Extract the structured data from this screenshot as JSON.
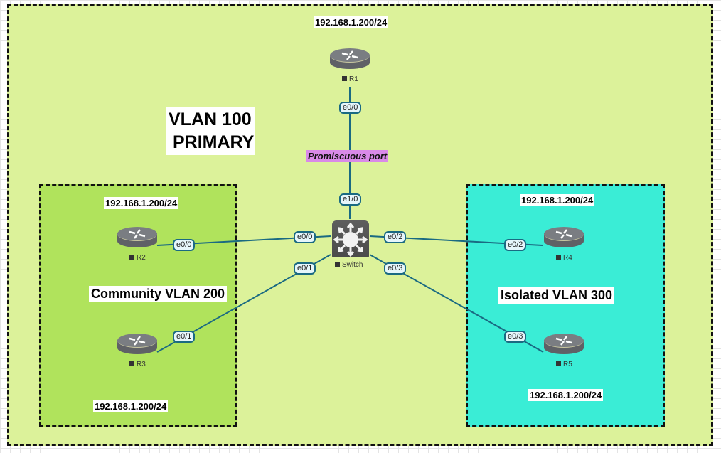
{
  "diagram": {
    "primary_vlan": {
      "line1": "VLAN 100",
      "line2": "PRIMARY"
    },
    "promiscuous_label": "Promiscuous port",
    "zones": {
      "community": {
        "title": "Community VLAN 200",
        "color": "#b0e35c"
      },
      "isolated": {
        "title": "Isolated VLAN 300",
        "color": "#3aedd6"
      },
      "primary_color": "#dcf29a"
    },
    "nodes": {
      "r1": {
        "name": "R1",
        "ip": "192.168.1.200/24"
      },
      "r2": {
        "name": "R2",
        "ip": "192.168.1.200/24"
      },
      "r3": {
        "name": "R3",
        "ip": "192.168.1.200/24"
      },
      "r4": {
        "name": "R4",
        "ip": "192.168.1.200/24"
      },
      "r5": {
        "name": "R5",
        "ip": "192.168.1.200/24"
      },
      "switch": {
        "name": "Switch"
      }
    },
    "links": [
      {
        "from": "R1",
        "from_port": "e0/0",
        "to": "Switch",
        "to_port": "e1/0"
      },
      {
        "from": "R2",
        "from_port": "e0/0",
        "to": "Switch",
        "to_port": "e0/0"
      },
      {
        "from": "R3",
        "from_port": "e0/1",
        "to": "Switch",
        "to_port": "e0/1"
      },
      {
        "from": "R4",
        "from_port": "e0/2",
        "to": "Switch",
        "to_port": "e0/2"
      },
      {
        "from": "R5",
        "from_port": "e0/3",
        "to": "Switch",
        "to_port": "e0/3"
      }
    ],
    "link_color": "#1a6a82"
  }
}
